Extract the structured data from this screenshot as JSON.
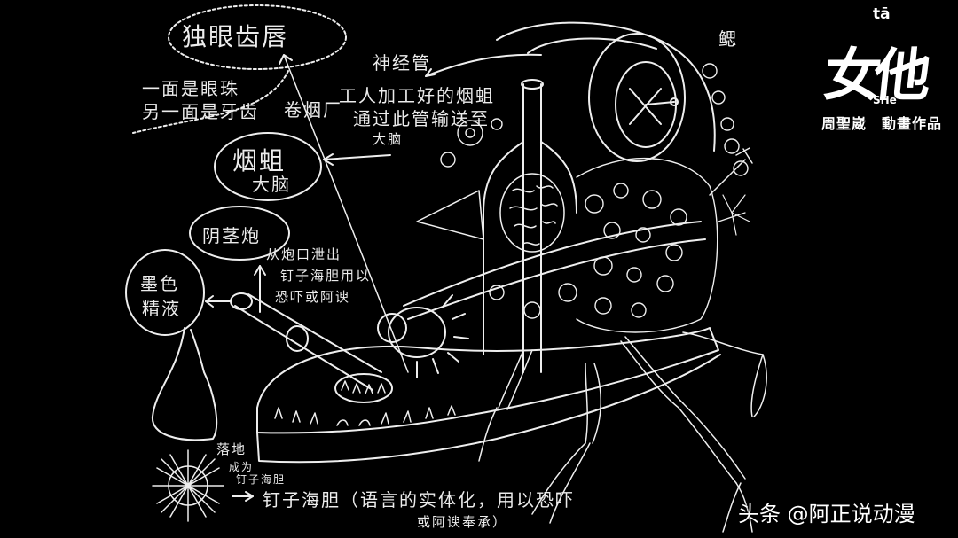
{
  "artwork": {
    "style": "white chalk line sketch on black background",
    "background_color": "#000000",
    "stroke_color": "#f2f2f2"
  },
  "labels": {
    "eye_tooth_lip": "独眼齿唇",
    "eye_tooth_desc_line1": "一面是眼珠",
    "eye_tooth_desc_line2": "另一面是牙齿",
    "nerve_tube": "神经管",
    "cigarette_factory": "卷烟厂",
    "nerve_tube_desc_line1": "工人加工好的烟蛆",
    "nerve_tube_desc_line2": "通过此管输送至",
    "nerve_tube_desc_line3": "大脑",
    "tobacco_worm_brain_line1": "烟蛆",
    "tobacco_worm_brain_line2": "大脑",
    "cannon": "阴茎炮",
    "cannon_desc_line1": "从炮口泄出",
    "cannon_desc_line2": "钉子海胆用以",
    "cannon_desc_line3": "恐吓或阿谀",
    "ink_fluid_line1": "墨色",
    "ink_fluid_line2": "精液",
    "land_line1": "落地",
    "land_line2": "成为",
    "land_line3": "钉子海胆",
    "urchin_desc_line1": "钉子海胆（语言的实体化，用以恐吓",
    "urchin_desc_line2": "或阿谀奉承）",
    "gill": "鳃"
  },
  "logo": {
    "pinyin": "tā",
    "title": "女他",
    "english": "SHe",
    "credit": "周聖崴　動畫作品"
  },
  "watermark": {
    "text": "头条 @阿正说动漫"
  }
}
